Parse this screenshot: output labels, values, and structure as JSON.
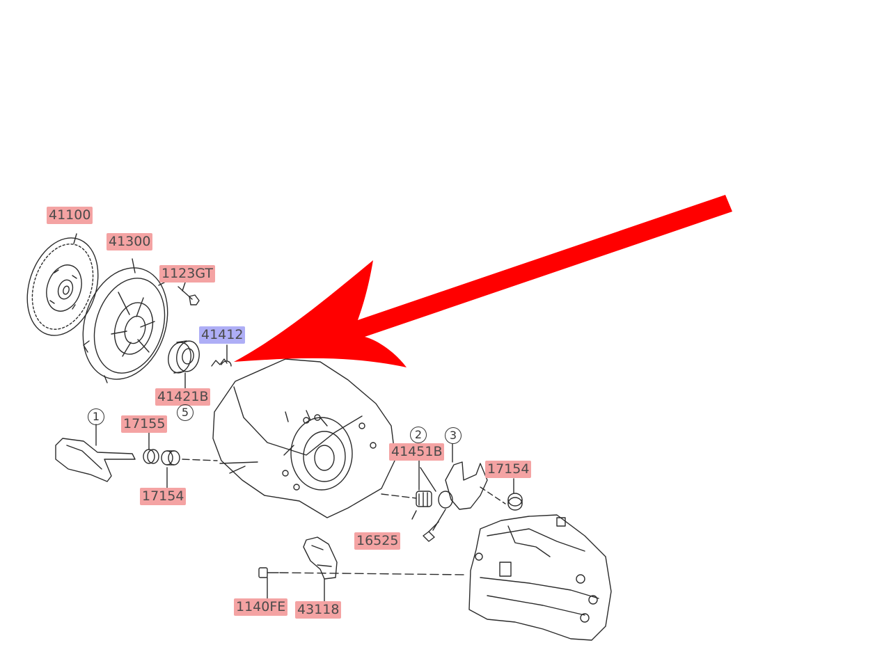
{
  "accent": {
    "label_bg": "#f4a3a3",
    "selected_bg": "#aeaef6",
    "arrow": "#ff0000"
  },
  "labels": [
    {
      "code": "41100"
    },
    {
      "code": "41300"
    },
    {
      "code": "1123GT"
    },
    {
      "code": "41412",
      "selected": true
    },
    {
      "code": "41421B"
    },
    {
      "code": "17155"
    },
    {
      "code": "17154"
    },
    {
      "code": "41451B"
    },
    {
      "code": "17154"
    },
    {
      "code": "16525"
    },
    {
      "code": "1140FE"
    },
    {
      "code": "43118"
    }
  ],
  "callouts": [
    "1",
    "2",
    "3",
    "5"
  ],
  "annotation": {
    "icon": "red-arrow-icon"
  }
}
